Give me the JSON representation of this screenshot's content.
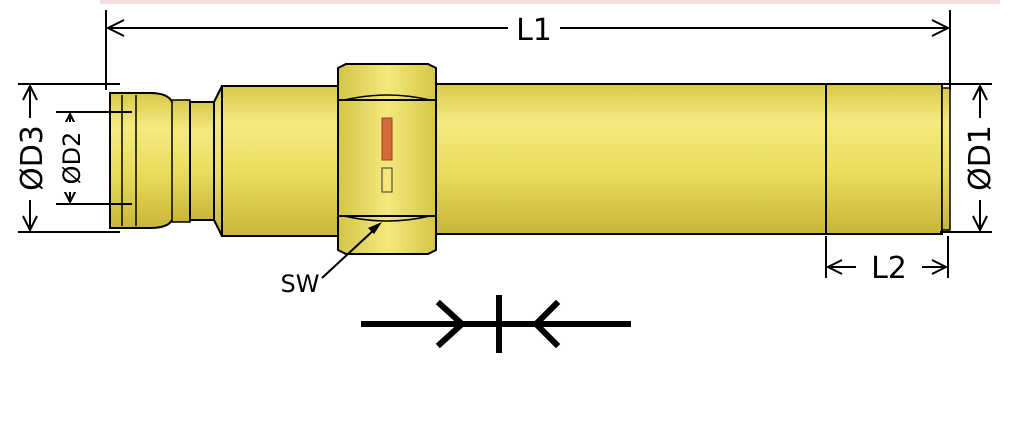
{
  "labels": {
    "l1": "L1",
    "l2": "L2",
    "d1": "ØD1",
    "d2": "ØD2",
    "d3": "ØD3",
    "sw": "SW"
  },
  "colors": {
    "brass": "#e8d95a",
    "brass_light": "#f2e77a",
    "brass_dark": "#c9b83a",
    "outline": "#000000",
    "marking": "#d46a3a"
  },
  "symbol": {
    "name": "coupling-symbol-icon"
  }
}
